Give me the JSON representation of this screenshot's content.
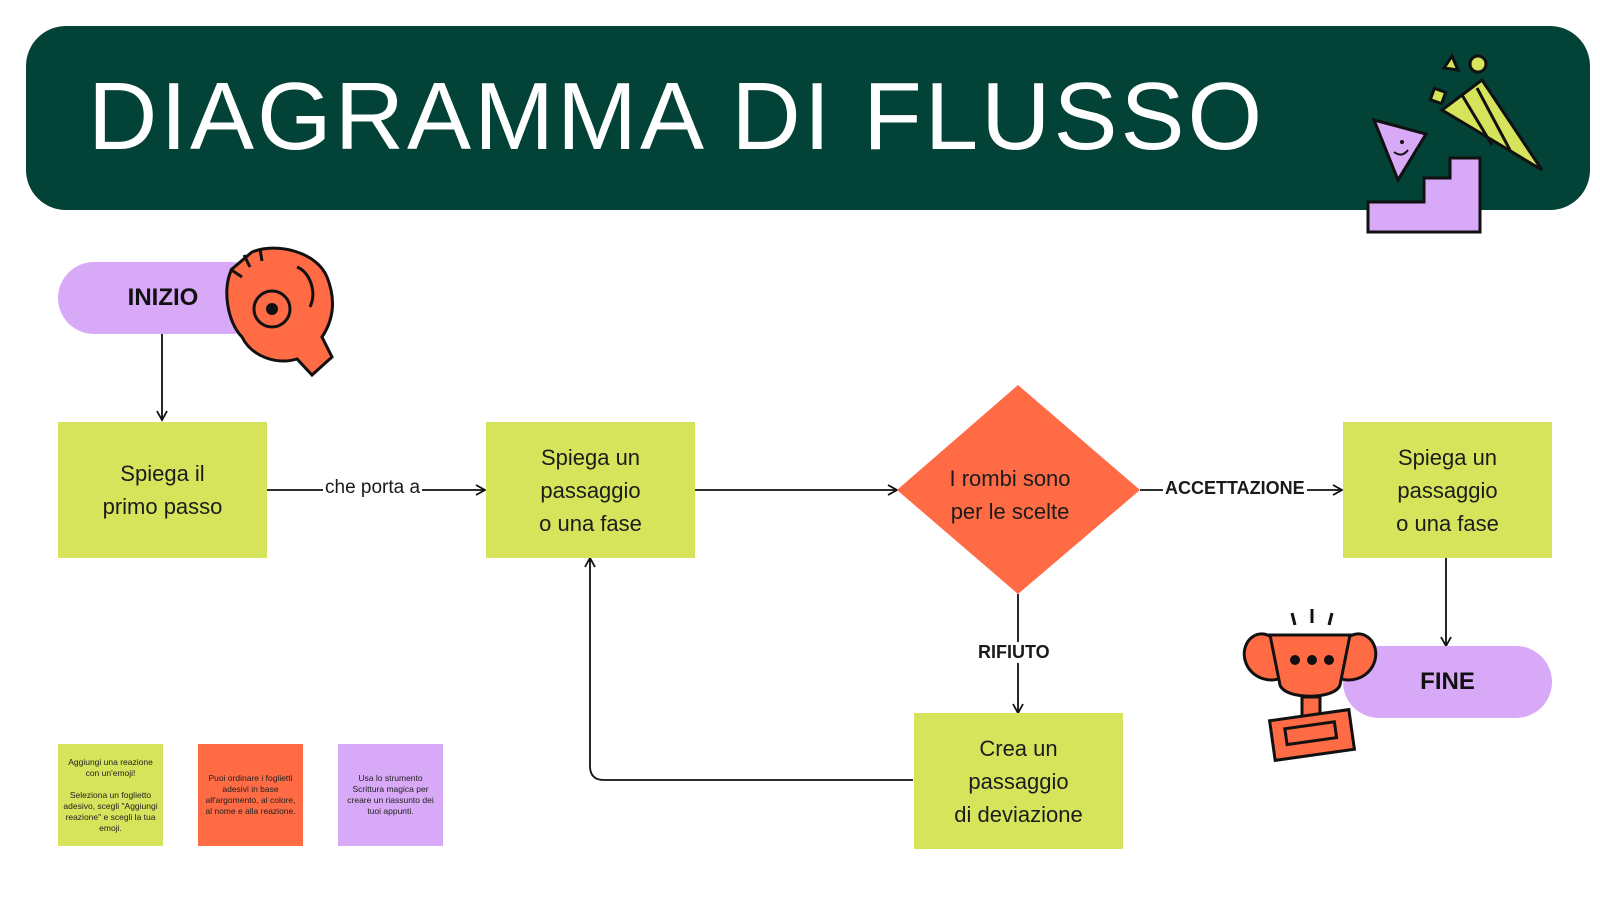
{
  "banner": {
    "title": "DIAGRAMMA DI FLUSSO"
  },
  "nodes": {
    "start": "INIZIO",
    "step1": "Spiega il\nprimo passo",
    "step2": "Spiega un\npassaggio\no una fase",
    "decision": "I rombi sono\nper le scelte",
    "step3": "Spiega un\npassaggio\no una fase",
    "deviation": "Crea un\npassaggio\ndi deviazione",
    "end": "FINE"
  },
  "edges": {
    "step1_to_step2": "che porta a",
    "accept": "ACCETTAZIONE",
    "reject": "RIFIUTO"
  },
  "notes": [
    {
      "text": "Aggiungi una reazione con un'emoji!\n\nSeleziona un foglietto adesivo, scegli \"Aggiungi reazione\" e scegli la tua emoji.",
      "color": "#d5e45b"
    },
    {
      "text": "Puoi ordinare i foglietti adesivi in base all'argomento, al colore, al nome e alla reazione.",
      "color": "#fe6b45"
    },
    {
      "text": "Usa lo strumento Scrittura magica per creare un riassunto dei tuoi appunti.",
      "color": "#d8a9f7"
    }
  ],
  "colors": {
    "banner": "#034237",
    "box": "#d5e45b",
    "diamond": "#fe6b45",
    "pill": "#d8a9f7",
    "sticker_orange": "#fe6b45",
    "sticker_lime": "#d5e45b",
    "sticker_purple": "#d8a9f7"
  },
  "stickers": [
    "ok-hand-icon",
    "stairs-icon",
    "party-popper-icon",
    "trophy-icon"
  ]
}
